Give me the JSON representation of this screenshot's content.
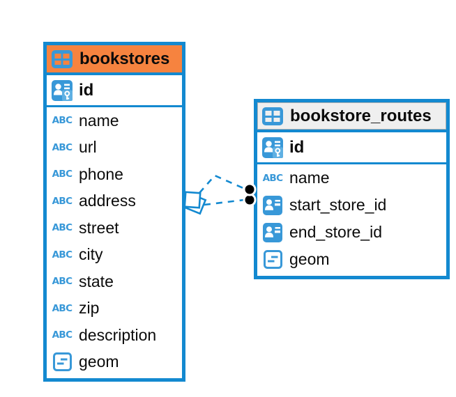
{
  "diagram": {
    "tables": [
      {
        "name": "bookstores",
        "header_fill": "#f6833f",
        "columns": [
          {
            "name": "id",
            "icon": "primary-key",
            "pk": true
          },
          {
            "name": "name",
            "icon": "text"
          },
          {
            "name": "url",
            "icon": "text"
          },
          {
            "name": "phone",
            "icon": "text"
          },
          {
            "name": "address",
            "icon": "text"
          },
          {
            "name": "street",
            "icon": "text"
          },
          {
            "name": "city",
            "icon": "text"
          },
          {
            "name": "state",
            "icon": "text"
          },
          {
            "name": "zip",
            "icon": "text"
          },
          {
            "name": "description",
            "icon": "text"
          },
          {
            "name": "geom",
            "icon": "object"
          }
        ]
      },
      {
        "name": "bookstore_routes",
        "header_fill": "#efefef",
        "columns": [
          {
            "name": "id",
            "icon": "primary-key",
            "pk": true
          },
          {
            "name": "name",
            "icon": "text"
          },
          {
            "name": "start_store_id",
            "icon": "reference"
          },
          {
            "name": "end_store_id",
            "icon": "reference"
          },
          {
            "name": "geom",
            "icon": "object"
          }
        ]
      }
    ],
    "relationships": [
      {
        "source_table": "bookstores",
        "target_table": "bookstore_routes",
        "line_style": "dashed"
      },
      {
        "source_table": "bookstores",
        "target_table": "bookstore_routes",
        "line_style": "dashed"
      }
    ],
    "colors": {
      "accent_blue": "#1389d0",
      "icon_blue": "#3898d8",
      "bookstores_header": "#f6833f",
      "routes_header": "#efefef",
      "connector": "#1389d0",
      "marker_dot": "#000000",
      "text": "#0b0b0b"
    }
  }
}
